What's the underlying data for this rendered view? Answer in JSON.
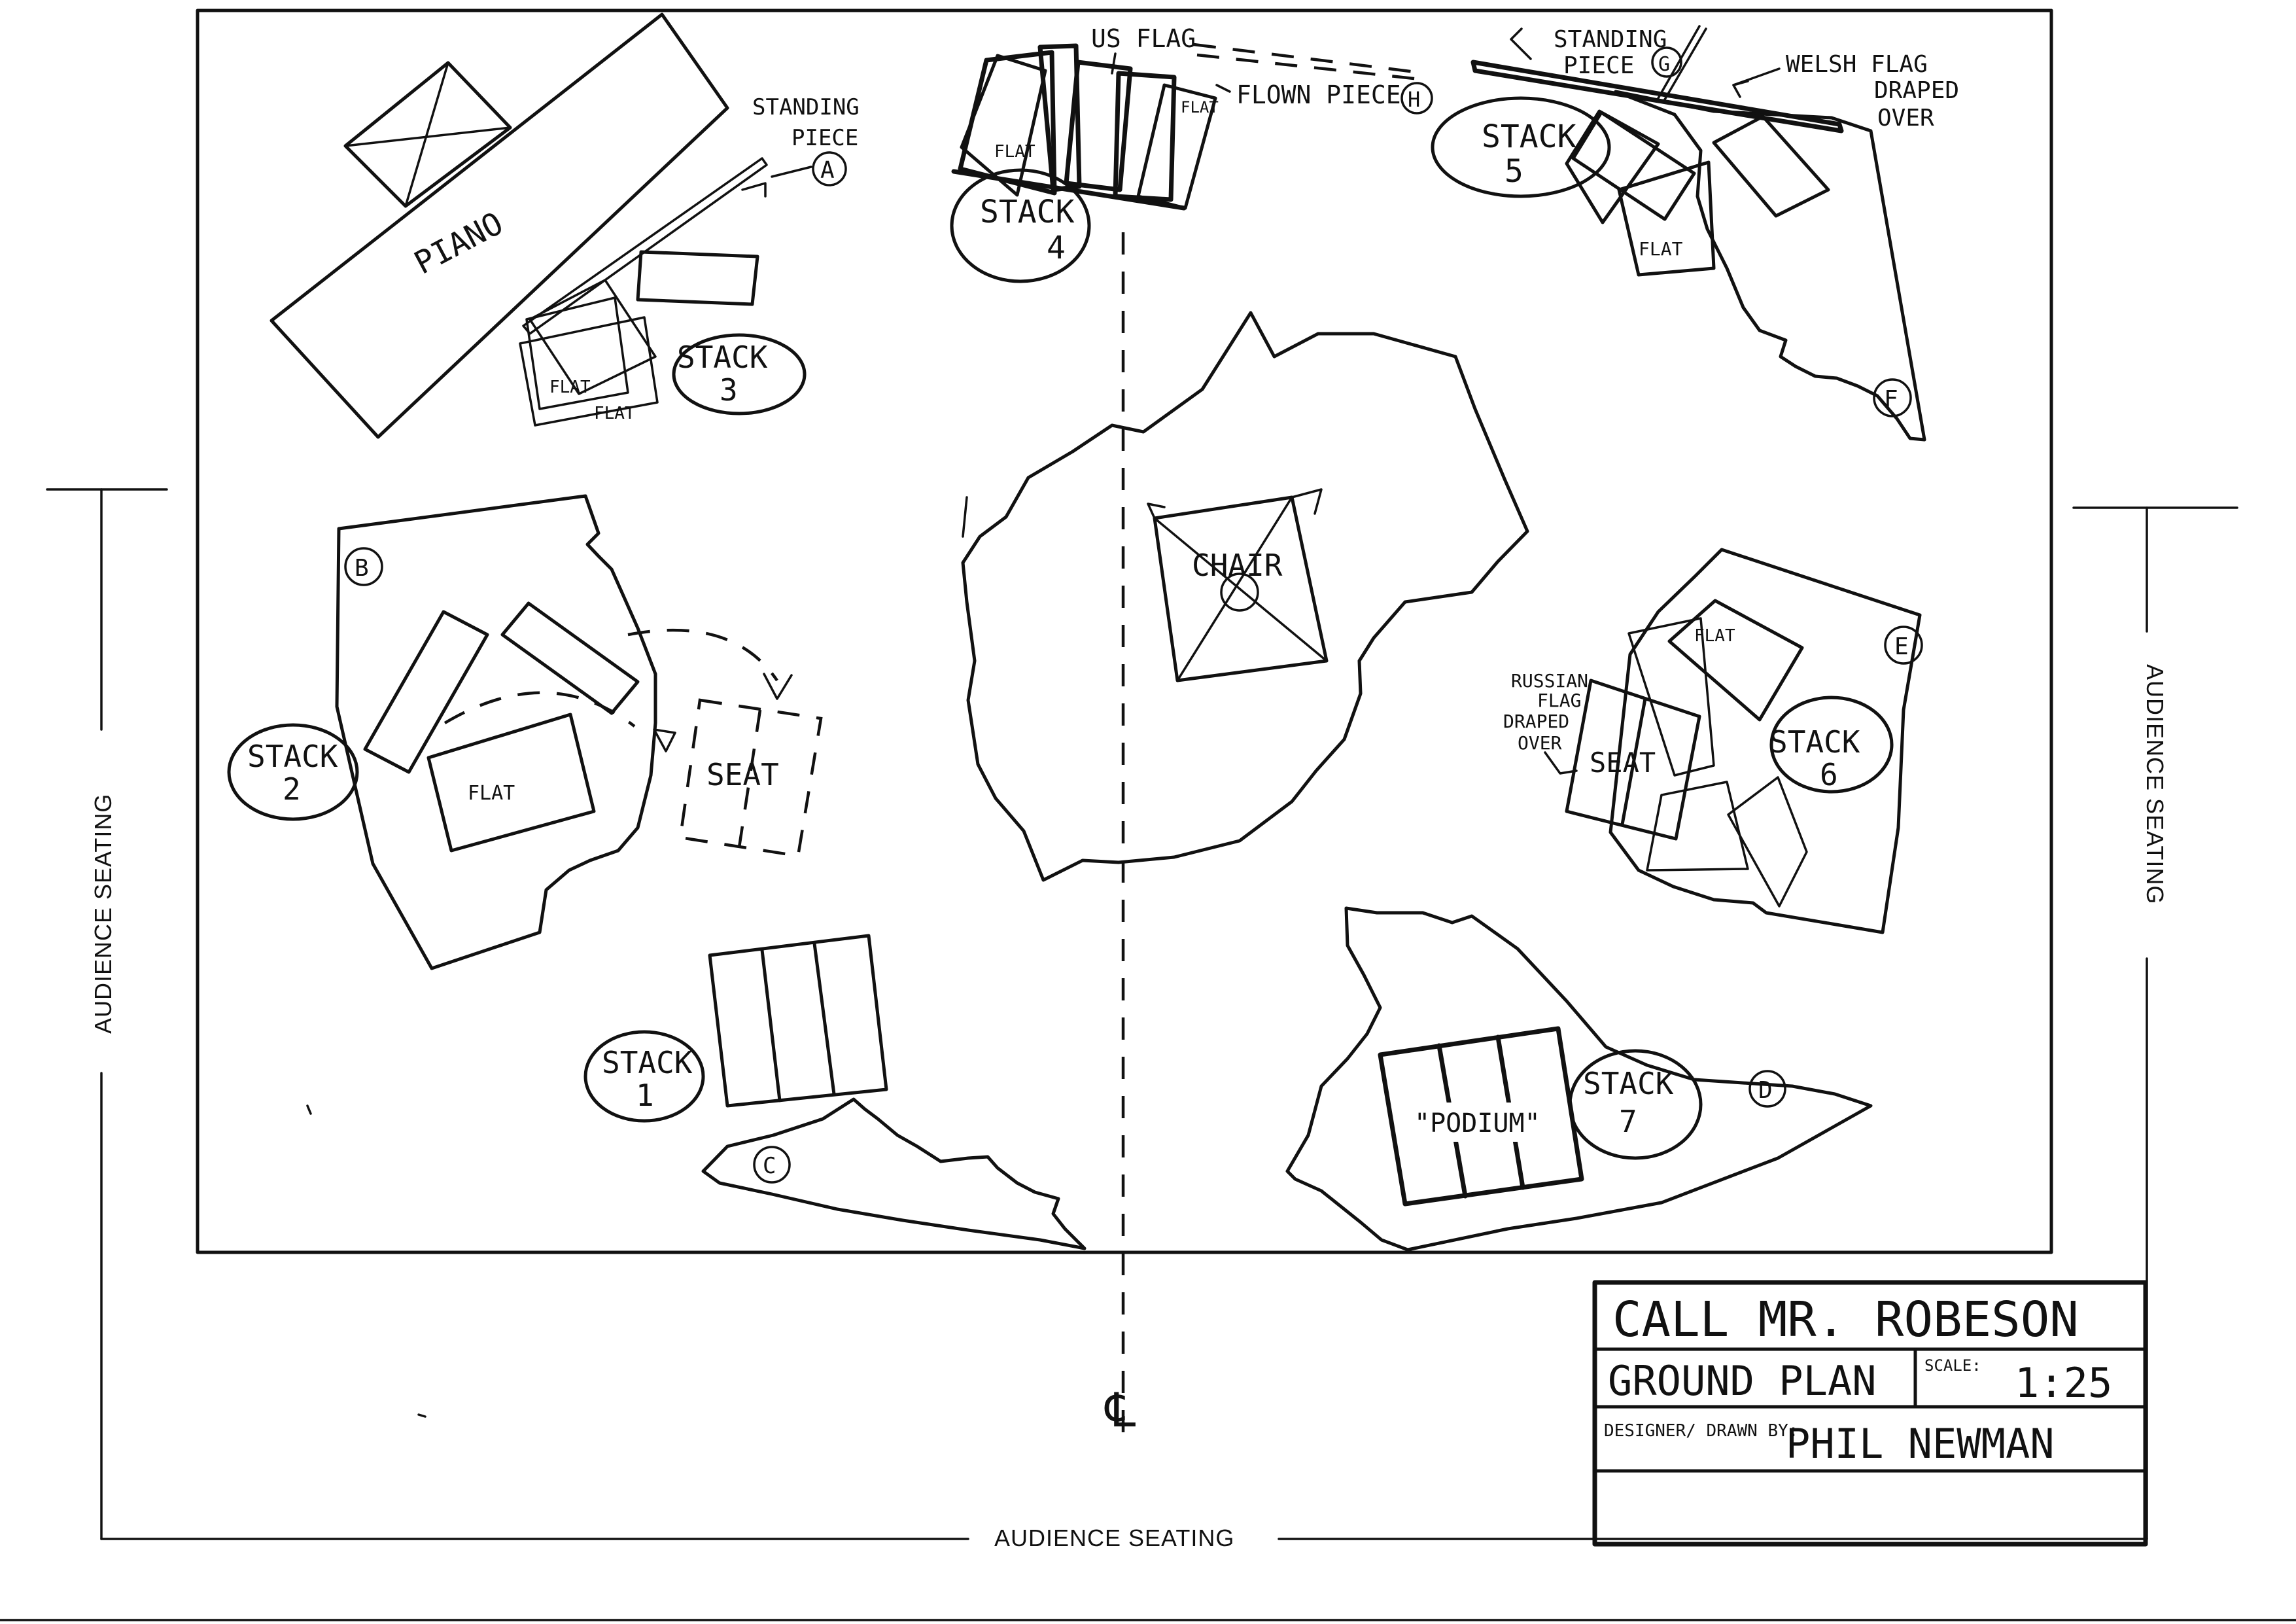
{
  "title_block": {
    "production": "CALL MR. ROBESON",
    "drawing": "GROUND PLAN",
    "scale_label": "SCALE:",
    "scale": "1:25",
    "designer_label": "DESIGNER/ DRAWN BY:",
    "designer": "PHIL NEWMAN"
  },
  "audience": {
    "bottom": "AUDIENCE SEATING",
    "left": "AUDIENCE SEATING",
    "right": "AUDIENCE SEATING"
  },
  "centre_line_symbol": "℄",
  "annotations": {
    "standing_piece_a": [
      "STANDING",
      "PIECE"
    ],
    "standing_piece_g": [
      "STANDING",
      "PIECE"
    ],
    "flown_piece": "FLOWN PIECE",
    "us_flag": "US FLAG",
    "welsh_flag": [
      "WELSH FLAG",
      "DRAPED",
      "OVER"
    ],
    "russian_flag": [
      "RUSSIAN",
      "FLAG",
      "DRAPED",
      "OVER"
    ]
  },
  "pieces": {
    "piano": "PIANO",
    "chair": "CHAIR",
    "seat_left": "SEAT",
    "seat_right": "SEAT",
    "podium": "\"PODIUM\"",
    "flat": "FLAT"
  },
  "stacks": {
    "s1": [
      "STACK",
      "1"
    ],
    "s2": [
      "STACK",
      "2"
    ],
    "s3": [
      "STACK",
      "3"
    ],
    "s4": [
      "STACK",
      "4"
    ],
    "s5": [
      "STACK",
      "5"
    ],
    "s6": [
      "STACK",
      "6"
    ],
    "s7": [
      "STACK",
      "7"
    ]
  },
  "markers": {
    "a": "A",
    "b": "B",
    "c": "C",
    "d": "D",
    "e": "E",
    "f": "F",
    "g": "G",
    "h": "H"
  }
}
